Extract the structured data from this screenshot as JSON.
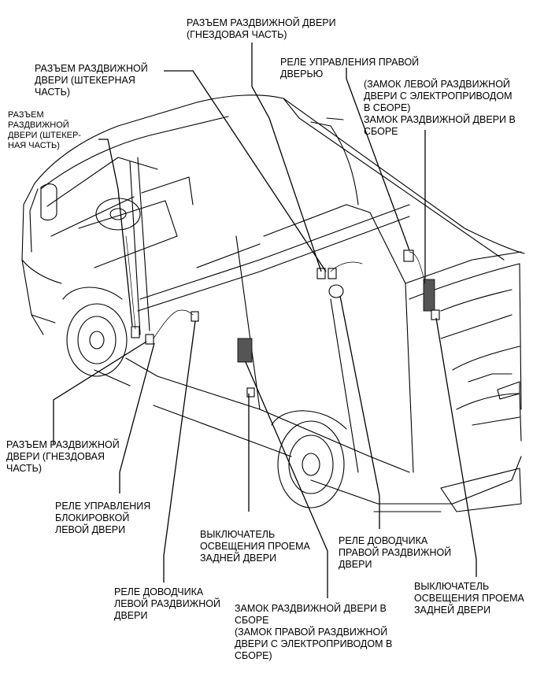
{
  "labels": {
    "l1": "РАЗЪЕМ РАЗДВИЖНОЙ ДВЕРИ\n(ГНЕЗДОВАЯ ЧАСТЬ)",
    "l2": "РАЗЪЕМ РАЗДВИЖНОЙ\nДВЕРИ (ШТЕКЕРНАЯ\nЧАСТЬ)",
    "l3": "РЕЛЕ УПРАВЛЕНИЯ ПРАВОЙ\nДВЕРЬЮ",
    "l4": "(ЗАМОК ЛЕВОЙ РАЗДВИЖНОЙ\nДВЕРИ С ЭЛЕКТРОПРИВОДОМ\nВ СБОРЕ)\nЗАМОК РАЗДВИЖНОЙ ДВЕРИ В\nСБОРЕ",
    "l5": "РАЗЪЕМ\nРАЗДВИЖНОЙ\nДВЕРИ (ШТЕКЕР-\nНАЯ ЧАСТЬ)",
    "l6": "РАЗЪЕМ РАЗДВИЖНОЙ\nДВЕРИ (ГНЕЗДОВАЯ\nЧАСТЬ)",
    "l7": "РЕЛЕ УПРАВЛЕНИЯ\nБЛОКИРОВКОЙ\nЛЕВОЙ ДВЕРИ",
    "l8": "ВЫКЛЮЧАТЕЛЬ\nОСВЕЩЕНИЯ ПРОЕМА\nЗАДНЕЙ ДВЕРИ",
    "l9": "РЕЛЕ ДОВОДЧИКА\nПРАВОЙ РАЗДВИЖНОЙ\nДВЕРИ",
    "l10": "РЕЛЕ ДОВОДЧИКА\nЛЕВОЙ РАЗДВИЖНОЙ\nДВЕРИ",
    "l11": "ЗАМОК РАЗДВИЖНОЙ ДВЕРИ В\nСБОРЕ\n(ЗАМОК ПРАВОЙ РАЗДВИЖНОЙ\nДВЕРИ С ЭЛЕКТРОПРИВОДОМ В\nСБОРЕ)",
    "l12": "ВЫКЛЮЧАТЕЛЬ\nОСВЕЩЕНИЯ ПРОЕМА\nЗАДНЕЙ ДВЕРИ"
  }
}
